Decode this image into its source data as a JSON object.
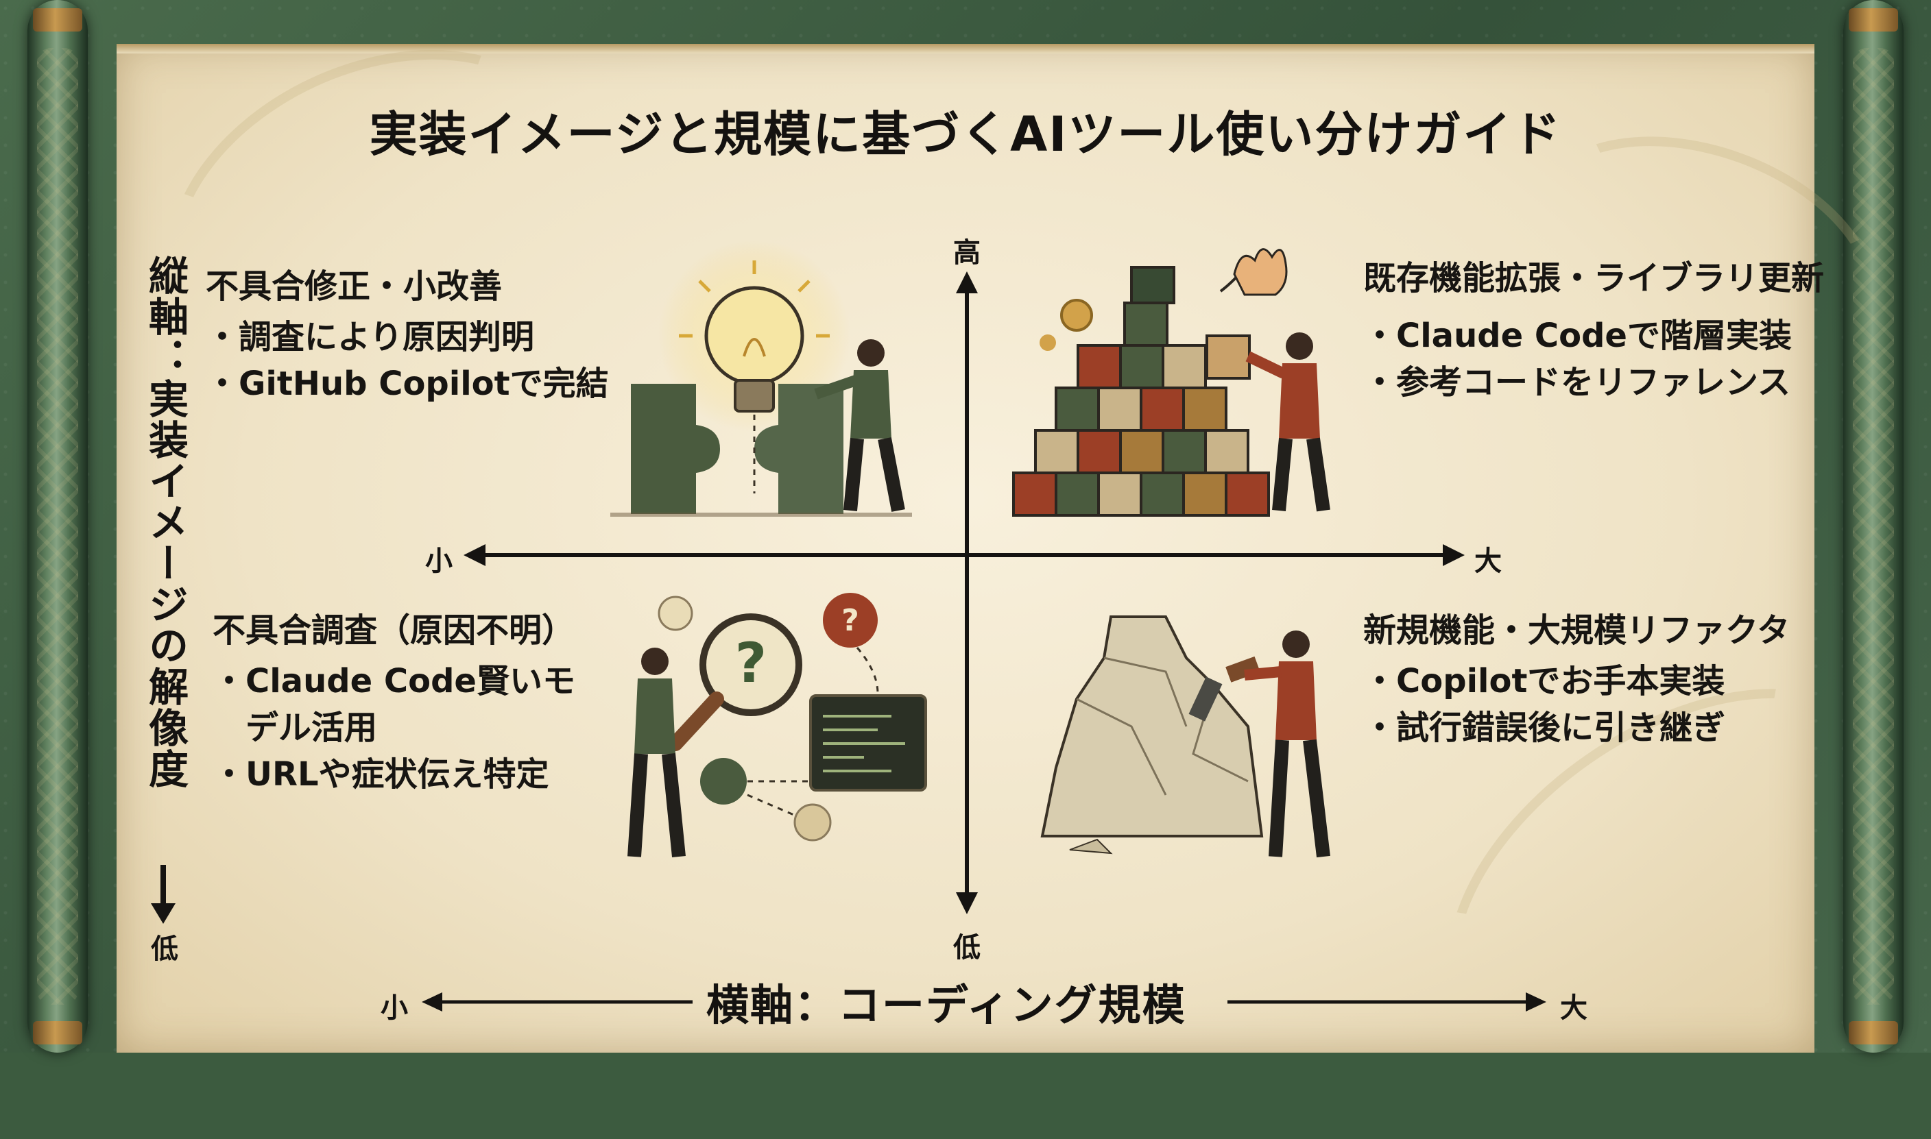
{
  "title": "実装イメージと規模に基づくAIツール使い分けガイド",
  "vertical_axis": {
    "title": "縦軸：実装イメージの解像度",
    "high": "高",
    "low": "低",
    "low_outer": "低"
  },
  "horizontal_axis": {
    "title": "横軸：コーディング規模",
    "small": "小",
    "large": "大",
    "small_outer": "小",
    "large_outer": "大"
  },
  "quadrants": {
    "top_left": {
      "title": "不具合修正・小改善",
      "bullets": [
        "調査により原因判明",
        "GitHub Copilotで完結"
      ]
    },
    "top_right": {
      "title": "既存機能拡張・ライブラリ更新",
      "bullets": [
        "Claude Codeで階層実装",
        "参考コードをリファレンス"
      ]
    },
    "bottom_left": {
      "title": "不具合調査（原因不明）",
      "bullets": [
        "Claude Code賢いモ",
        "デル活用",
        "URLや症状伝え特定"
      ]
    },
    "bottom_right": {
      "title": "新規機能・大規模リファクタ",
      "bullets": [
        "Copilotでお手本実装",
        "試行錯誤後に引き継ぎ"
      ]
    }
  },
  "illustrations": {
    "top_left": "lightbulb-puzzle",
    "top_right": "stacked-blocks",
    "bottom_left": "magnifying-glass-question",
    "bottom_right": "rock-carving"
  },
  "colors": {
    "frame_green": "#3c5b3f",
    "paper": "#f3e9d2",
    "ink": "#151311",
    "rust": "#9c3f26",
    "olive": "#4a5b3e"
  }
}
